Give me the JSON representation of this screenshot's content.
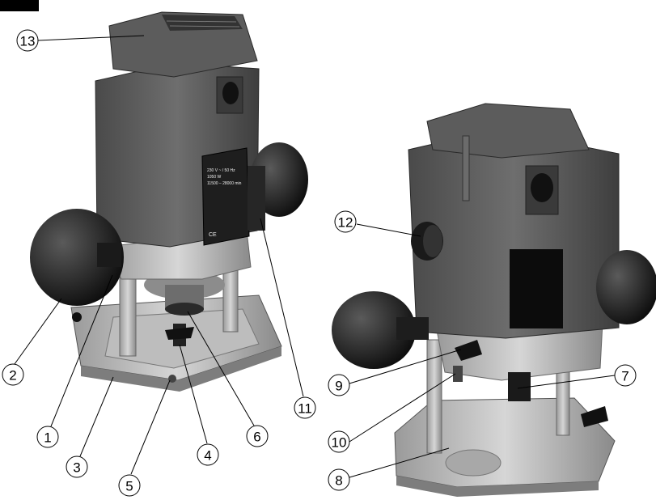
{
  "callouts": {
    "c1": "1",
    "c2": "2",
    "c3": "3",
    "c4": "4",
    "c5": "5",
    "c6": "6",
    "c7": "7",
    "c8": "8",
    "c9": "9",
    "c10": "10",
    "c11": "11",
    "c12": "12",
    "c13": "13"
  },
  "label_plate": {
    "line1": "230 V ~ / 50 Hz",
    "line2": "1050 W",
    "line3": "11500 – 28000 min",
    "ce_mark": "CE"
  }
}
